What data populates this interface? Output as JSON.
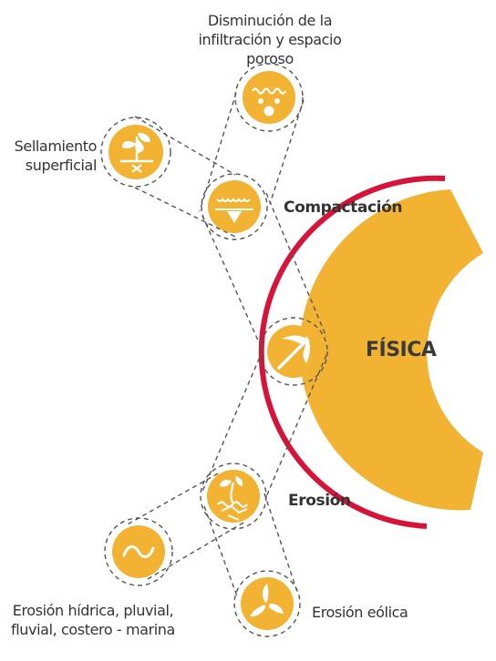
{
  "labels": {
    "infiltracion": "Disminución de la infiltración y espacio poroso",
    "sellamiento": "Sellamiento superficial",
    "compactacion": "Compactación",
    "fisica": "FÍSICA",
    "erosion": "Erosión",
    "erosion_hidrica": "Erosión hídrica, pluvial, fluvial, costero - marina",
    "erosion_eolica": "Erosión eólica"
  },
  "colors": {
    "circle_fill": "#f2b232",
    "arc_fill": "#f2b232",
    "arc_outline": "#d6143a",
    "dash": "#555555",
    "text": "#333333"
  },
  "icons": {
    "infiltracion": "pores-icon",
    "sellamiento": "sealed-plant-icon",
    "compactacion": "compaction-icon",
    "fisica": "pickaxe-icon",
    "erosion": "eroded-sprout-icon",
    "erosion_hidrica": "wave-icon",
    "erosion_eolica": "wind-turbine-icon"
  }
}
